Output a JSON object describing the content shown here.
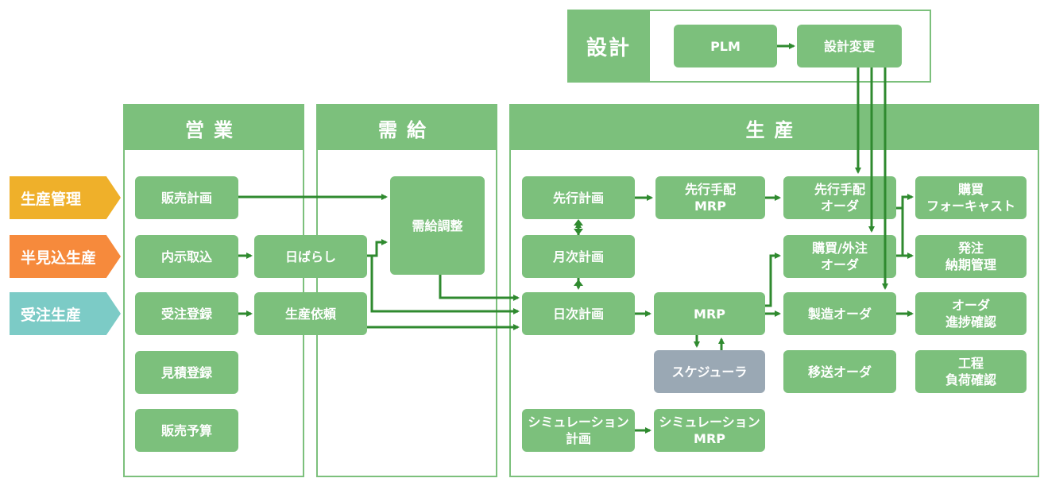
{
  "categories": {
    "seisan_kanri": "生産管理",
    "han_mikomi": "半見込生産",
    "juchu": "受注生産"
  },
  "sections": {
    "design": "設計",
    "sales": "営業",
    "supply_demand": "需給",
    "production": "生産"
  },
  "nodes": {
    "plm": "PLM",
    "design_change": "設計変更",
    "sales_plan": "販売計画",
    "naiji": "内示取込",
    "order_entry": "受注登録",
    "estimate": "見積登録",
    "sales_budget": "販売予算",
    "daily_split": "日ばらし",
    "prod_request": "生産依頼",
    "sd_adjust": "需給調整",
    "advance_plan": "先行計画",
    "advance_mrp": "先行手配\nMRP",
    "advance_order": "先行手配\nオーダ",
    "purchase_forecast": "購買\nフォーキャスト",
    "monthly_plan": "月次計画",
    "purchase_order": "購買/外注\nオーダ",
    "order_delivery": "発注\n納期管理",
    "daily_plan": "日次計画",
    "mrp": "MRP",
    "mfg_order": "製造オーダ",
    "progress_check": "オーダ\n進捗確認",
    "scheduler": "スケジューラ",
    "transfer_order": "移送オーダ",
    "load_check": "工程\n負荷確認",
    "sim_plan": "シミュレーション\n計画",
    "sim_mrp": "シミュレーション\nMRP"
  },
  "colors": {
    "green": "#7cc07c",
    "dark_green": "#2f8a2f",
    "gray": "#9aa8b4",
    "yellow": "#efb02a",
    "orange": "#f68a3c",
    "teal": "#7ccbc6"
  }
}
